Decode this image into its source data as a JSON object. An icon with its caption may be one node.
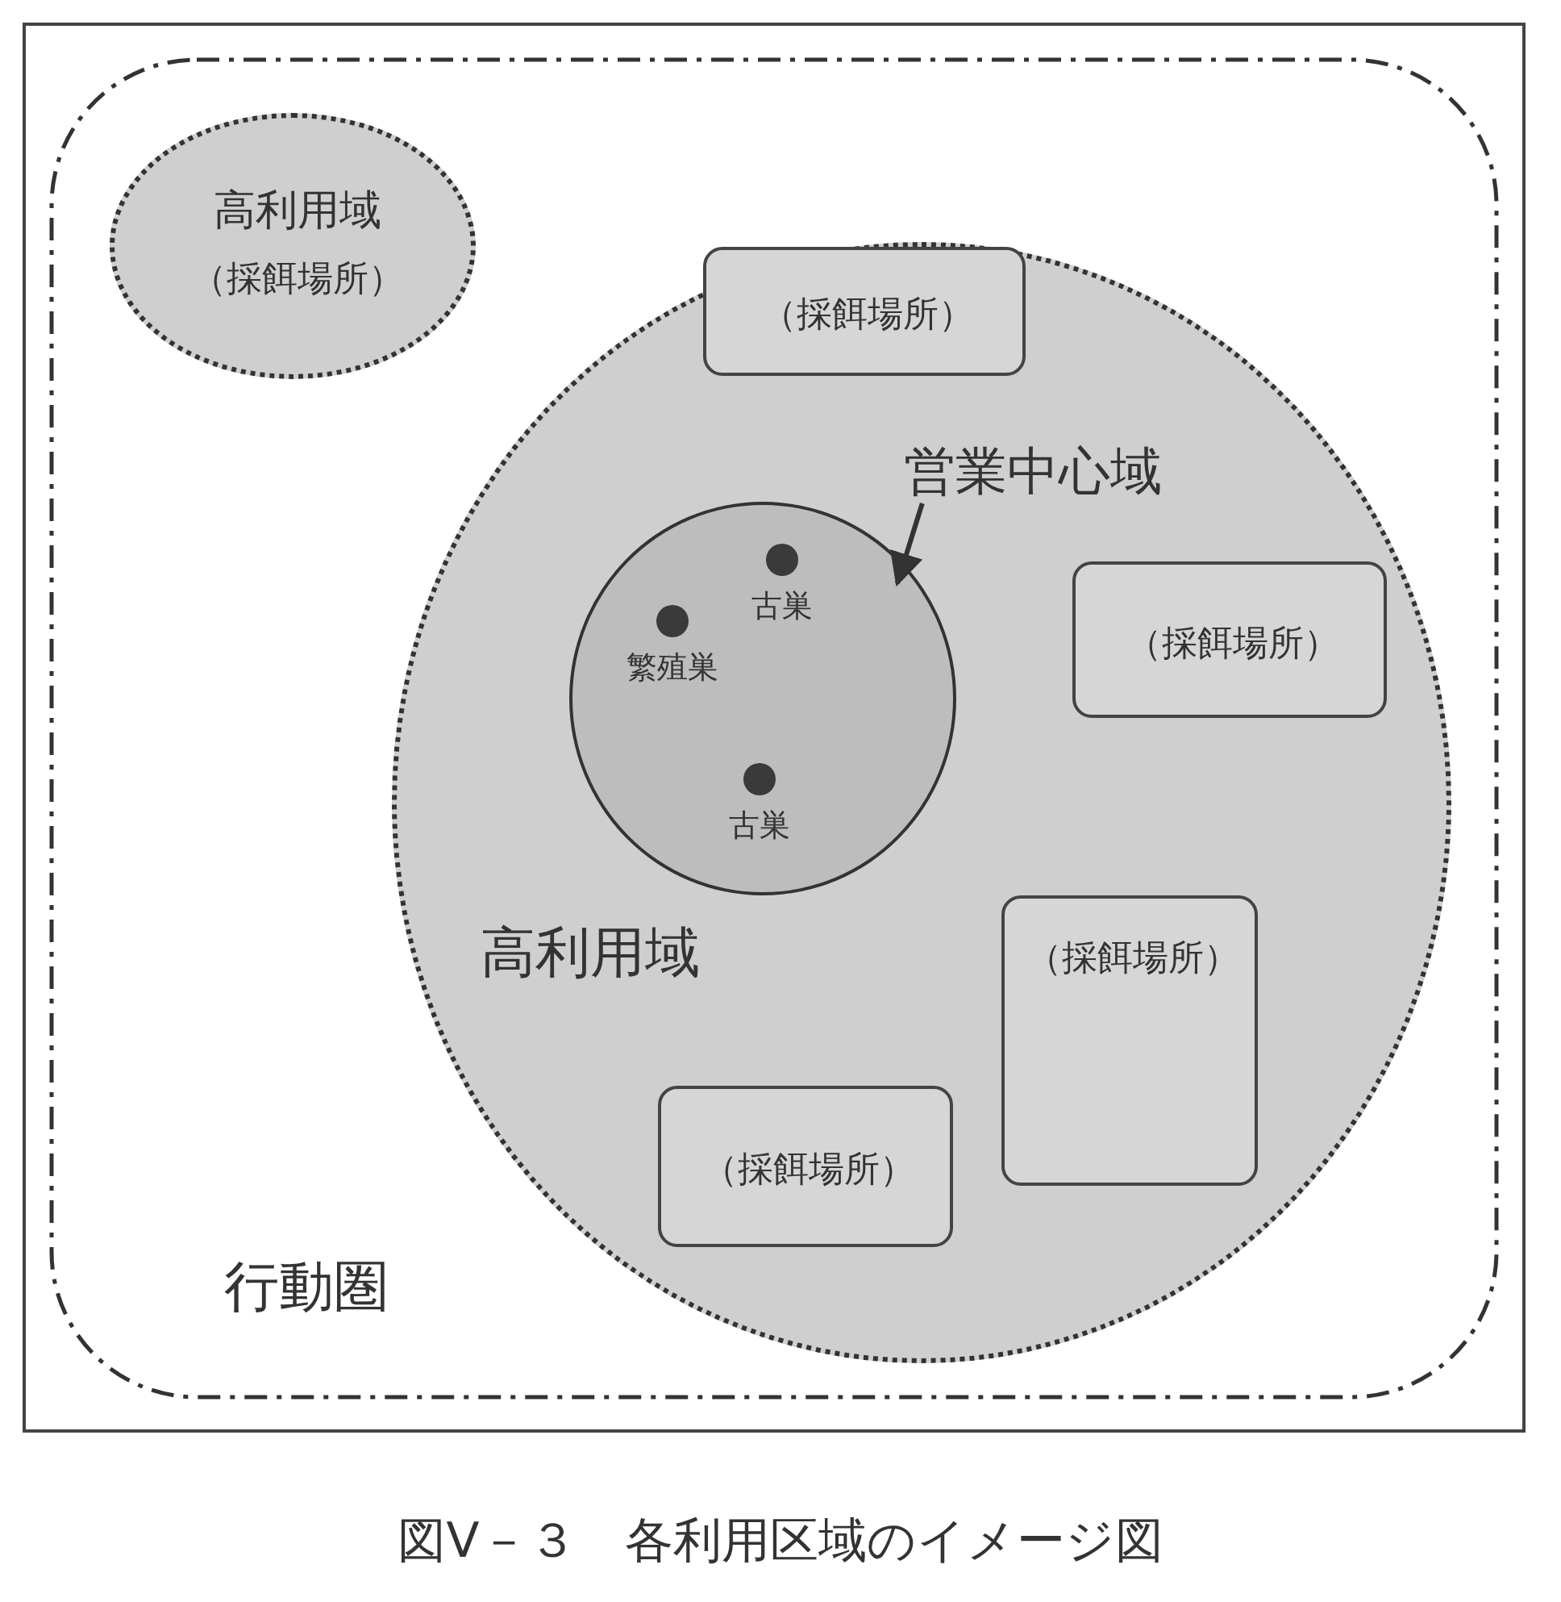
{
  "diagram": {
    "caption": "図Ⅴ－３　各利用区域のイメージ図",
    "nodes": [
      {
        "text": [
          "行動圏"
        ]
      },
      {
        "text": [
          "高利用域",
          "（採餌場所）"
        ],
        "in": 0
      },
      {
        "text": [
          "高利用域"
        ],
        "in": 0
      },
      {
        "text": [
          "（採餌場所）"
        ],
        "in": 2
      },
      {
        "text": [
          "営業中心域"
        ],
        "in": 2
      },
      {
        "text": [],
        "shape": "circle",
        "in": 2
      },
      {
        "text": [],
        "shape": "circle",
        "in": 5,
        "beside": [
          "古巣"
        ]
      },
      {
        "text": [],
        "shape": "circle",
        "in": 5,
        "beside": [
          "繁殖巣"
        ]
      },
      {
        "text": [
          "（採餌場所）"
        ],
        "in": 2
      },
      {
        "text": [],
        "shape": "circle",
        "in": 5,
        "beside": [
          "古巣"
        ]
      },
      {
        "text": [
          "（採餌場所）"
        ],
        "in": 2
      },
      {
        "text": [
          "（採餌場所）"
        ],
        "in": 2
      }
    ],
    "edges": [
      {
        "from": 4,
        "to": 5,
        "arrow": "to"
      }
    ]
  }
}
